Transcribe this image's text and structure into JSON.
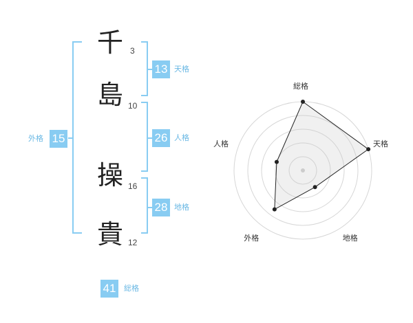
{
  "name": {
    "chars": [
      {
        "char": "千",
        "strokes": "3"
      },
      {
        "char": "島",
        "strokes": "10"
      },
      {
        "char": "操",
        "strokes": "16"
      },
      {
        "char": "貴",
        "strokes": "12"
      }
    ]
  },
  "kaku": {
    "tenkaku": {
      "value": "13",
      "label": "天格"
    },
    "jinkaku": {
      "value": "26",
      "label": "人格"
    },
    "chikaku": {
      "value": "28",
      "label": "地格"
    },
    "gaikaku": {
      "value": "15",
      "label": "外格"
    },
    "soukaku": {
      "value": "41",
      "label": "総格"
    }
  },
  "colors": {
    "accent": "#88ccf2",
    "label": "#6ab8e4"
  },
  "chart_data": {
    "type": "radar",
    "axes": [
      "総格",
      "天格",
      "地格",
      "外格",
      "人格"
    ],
    "values": [
      5,
      5,
      1.5,
      3.5,
      2
    ],
    "max": 5,
    "rings": 5
  }
}
